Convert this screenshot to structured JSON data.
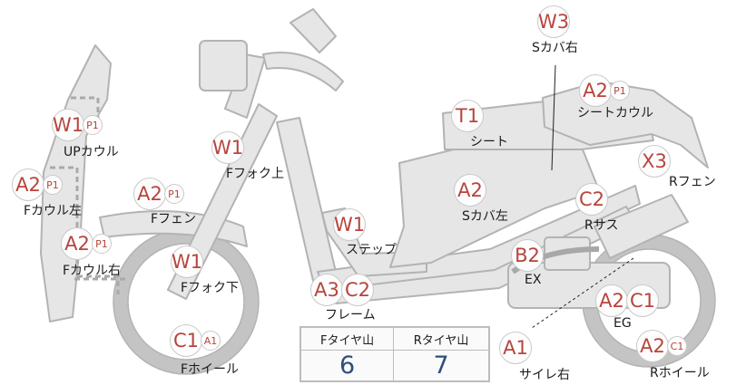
{
  "parts": {
    "w3": {
      "codes": [
        "W3"
      ],
      "label": "Sカバ右"
    },
    "a2p1_seatcowl": {
      "codes": [
        "A2",
        "P1"
      ],
      "label": "シートカウル"
    },
    "t1": {
      "codes": [
        "T1"
      ],
      "label": "シート"
    },
    "x3": {
      "codes": [
        "X3"
      ],
      "label": "Rフェン"
    },
    "w1p1_up": {
      "codes": [
        "W1",
        "P1"
      ],
      "label": "UPカウル"
    },
    "w1_fork_upper": {
      "codes": [
        "W1"
      ],
      "label": "Fフォク上"
    },
    "a2p1_cowl_left": {
      "codes": [
        "A2",
        "P1"
      ],
      "label": "Fカウル左"
    },
    "a2p1_ffender": {
      "codes": [
        "A2",
        "P1"
      ],
      "label": "Fフェン"
    },
    "a2_scover_left": {
      "codes": [
        "A2"
      ],
      "label": "Sカバ左"
    },
    "c2_rsus": {
      "codes": [
        "C2"
      ],
      "label": "Rサス"
    },
    "w1_step": {
      "codes": [
        "W1"
      ],
      "label": "ステップ"
    },
    "a2p1_cowl_right": {
      "codes": [
        "A2",
        "P1"
      ],
      "label": "Fカウル右"
    },
    "w1_fork_lower": {
      "codes": [
        "W1"
      ],
      "label": "Fフォク下"
    },
    "b2_ex": {
      "codes": [
        "B2"
      ],
      "label": "EX"
    },
    "a3c2_frame": {
      "codes": [
        "A3",
        "C2"
      ],
      "label": "フレーム"
    },
    "a2c1_eg": {
      "codes": [
        "A2",
        "C1"
      ],
      "label": "EG"
    },
    "c1a1_fwheel": {
      "codes": [
        "C1",
        "A1"
      ],
      "label": "Fホイール"
    },
    "a1_silencer": {
      "codes": [
        "A1"
      ],
      "label": "サイレ右"
    },
    "a2c1_rwheel": {
      "codes": [
        "A2",
        "C1"
      ],
      "label": "Rホイール"
    }
  },
  "tread": {
    "front_label": "Fタイヤ山",
    "rear_label": "Rタイヤ山",
    "front_value": "6",
    "rear_value": "7"
  }
}
